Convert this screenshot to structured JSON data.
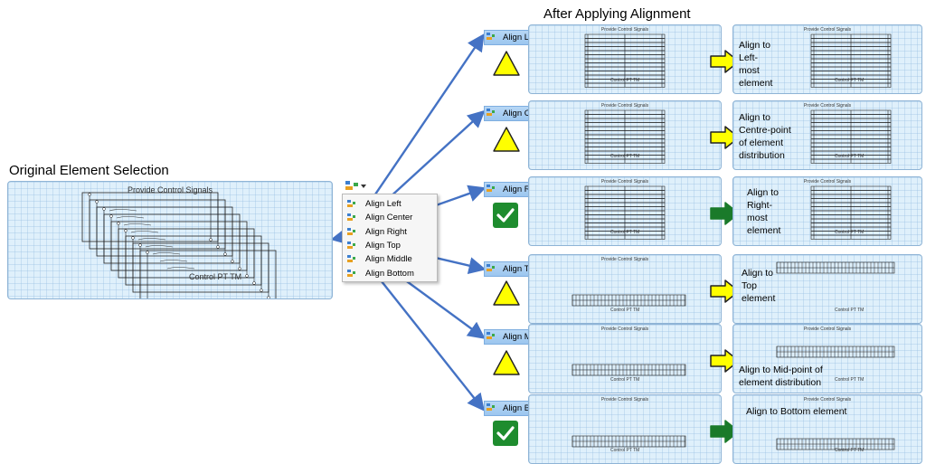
{
  "headings": {
    "after": "After Applying Alignment",
    "original": "Original Element  Selection"
  },
  "original_panel": {
    "title": "Provide Control Signals",
    "caption": "Control PT TM"
  },
  "menu": {
    "items": [
      {
        "label": "Align Left"
      },
      {
        "label": "Align Center"
      },
      {
        "label": "Align Right"
      },
      {
        "label": "Align Top"
      },
      {
        "label": "Align Middle"
      },
      {
        "label": "Align Bottom"
      }
    ]
  },
  "rows": [
    {
      "label": "Align Left",
      "status": "warning",
      "arrow": "yellow",
      "before_title": "Provide Control Signals",
      "before_caption": "Control PT TM",
      "after_title": "Provide Control Signals",
      "after_caption": "Control PT TM",
      "result_lines": [
        "Align to",
        "Left-",
        "most",
        "element"
      ]
    },
    {
      "label": "Align Center",
      "status": "warning",
      "arrow": "yellow",
      "before_title": "Provide Control Signals",
      "before_caption": "Control PT TM",
      "after_title": "Provide Control Signals",
      "after_caption": "Control PT TM",
      "result_lines": [
        "Align to",
        "Centre-point",
        "of element",
        "distribution"
      ]
    },
    {
      "label": "Align Right",
      "status": "ok",
      "arrow": "green",
      "before_title": "Provide Control Signals",
      "before_caption": "Control PT TM",
      "after_title": "Provide Control Signals",
      "after_caption": "Control PT TM",
      "result_lines": [
        "Align to",
        "Right-",
        "most",
        "element"
      ]
    },
    {
      "label": "Align Top",
      "status": "warning",
      "arrow": "yellow",
      "before_title": "Provide Control Signals",
      "before_caption": "Control PT TM",
      "after_title": "",
      "after_caption": "Control PT TM",
      "result_lines": [
        "Align to",
        "Top",
        "element"
      ]
    },
    {
      "label": "Align Middle",
      "status": "warning",
      "arrow": "yellow",
      "before_title": "Provide Control Signals",
      "before_caption": "Control PT TM",
      "after_title": "Provide Control Signals",
      "after_caption": "Control PT TM",
      "result_lines": [
        "Align to Mid-point of",
        "element distribution"
      ]
    },
    {
      "label": "Align Bottom",
      "status": "ok",
      "arrow": "green",
      "before_title": "Provide Control Signals",
      "before_caption": "Control PT TM",
      "after_title": "Provide Control Signals",
      "after_caption": "Control PT TM",
      "result_lines": [
        "Align to Bottom element"
      ]
    }
  ],
  "colors": {
    "connector": "#4472c4",
    "warning_fill": "#ffff00",
    "ok_fill": "#1e8c2e",
    "yellow_arrow": "#ffff00",
    "green_arrow": "#1a7a2a"
  }
}
